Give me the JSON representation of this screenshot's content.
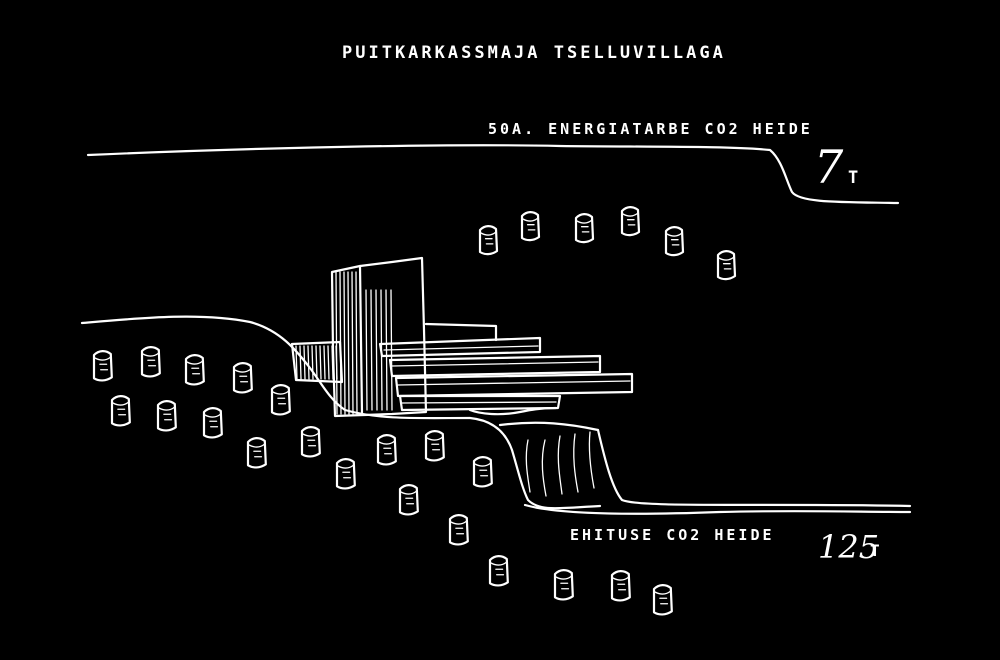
{
  "title": "PUITKARKASSMAJA TSELLUVILLAGA",
  "energy": {
    "label": "50A. ENERGIATARBE CO2 HEIDE",
    "value": "7",
    "unit": "T"
  },
  "construction": {
    "label": "EHITUSE CO2 HEIDE",
    "value": "125",
    "unit": "T"
  },
  "colors": {
    "background": "#000000",
    "ink": "#ffffff"
  }
}
